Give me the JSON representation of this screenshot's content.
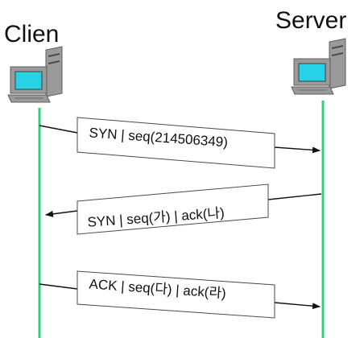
{
  "nodes": {
    "client": {
      "label": "Clien",
      "icon": "computer-icon"
    },
    "server": {
      "label": "Server",
      "icon": "computer-icon"
    }
  },
  "messages": [
    {
      "label": "SYN | seq(214506349)",
      "direction": "client-to-server"
    },
    {
      "label": "SYN | seq(가) | ack(나)",
      "direction": "server-to-client"
    },
    {
      "label": "ACK | seq(다) | ack(라)",
      "direction": "client-to-server"
    }
  ],
  "colors": {
    "lifeline": "#2fd07b",
    "arrow": "#111111",
    "box_border": "#4a4a4a",
    "screen": "#28d2e6",
    "case": "#9a9a9a"
  }
}
